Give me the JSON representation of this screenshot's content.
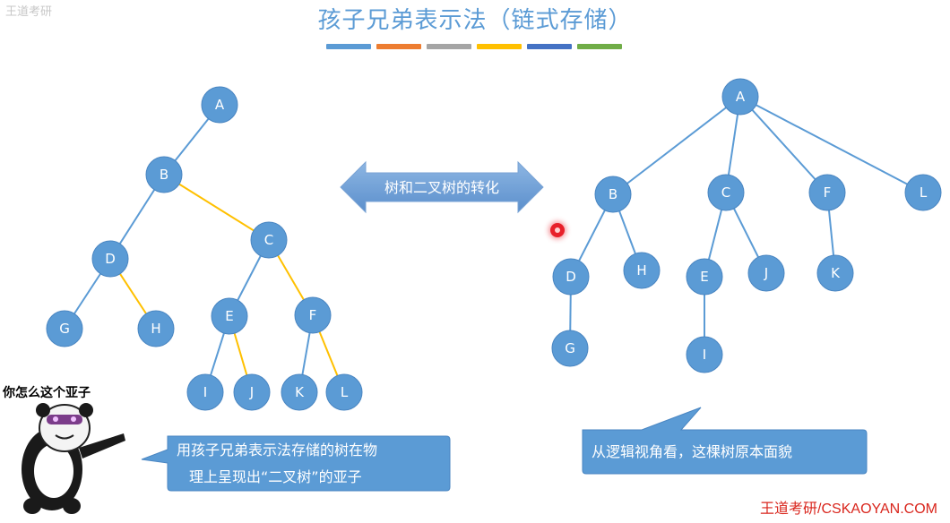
{
  "title": "孩子兄弟表示法（链式存储）",
  "watermark_top": "王道考研",
  "color_bars": [
    "#5b9bd5",
    "#ed7d31",
    "#a5a5a5",
    "#ffc000",
    "#4472c4",
    "#70ad47"
  ],
  "arrow_label": "树和二叉树的转化",
  "callout_left": [
    "用孩子兄弟表示法存储的树在物",
    "理上呈现出“二叉树”的亚子"
  ],
  "callout_right": "从逻辑视角看，这棵树原本面貌",
  "meme_caption": "你怎么这个亚子",
  "brand": "王道考研/CSKAOYAN.COM",
  "colors": {
    "node": "#5b9bd5",
    "child_edge": "#5b9bd5",
    "sibling_edge": "#ffc000",
    "title": "#5b9bd5",
    "brand": "#d9251c"
  },
  "binary_tree": {
    "nodes": [
      "A",
      "B",
      "C",
      "D",
      "E",
      "F",
      "G",
      "H",
      "I",
      "J",
      "K",
      "L"
    ],
    "child_edges": [
      [
        "A",
        "B"
      ],
      [
        "B",
        "D"
      ],
      [
        "D",
        "G"
      ],
      [
        "C",
        "E"
      ],
      [
        "E",
        "I"
      ],
      [
        "F",
        "K"
      ]
    ],
    "sibling_edges": [
      [
        "B",
        "C"
      ],
      [
        "D",
        "H"
      ],
      [
        "C",
        "F"
      ],
      [
        "E",
        "J"
      ],
      [
        "F",
        "L"
      ]
    ]
  },
  "original_tree": {
    "nodes": [
      "A",
      "B",
      "C",
      "F",
      "L",
      "D",
      "H",
      "E",
      "J",
      "K",
      "G",
      "I"
    ],
    "edges": [
      [
        "A",
        "B"
      ],
      [
        "A",
        "C"
      ],
      [
        "A",
        "F"
      ],
      [
        "A",
        "L"
      ],
      [
        "B",
        "D"
      ],
      [
        "B",
        "H"
      ],
      [
        "C",
        "E"
      ],
      [
        "C",
        "J"
      ],
      [
        "F",
        "K"
      ],
      [
        "D",
        "G"
      ],
      [
        "E",
        "I"
      ]
    ]
  }
}
